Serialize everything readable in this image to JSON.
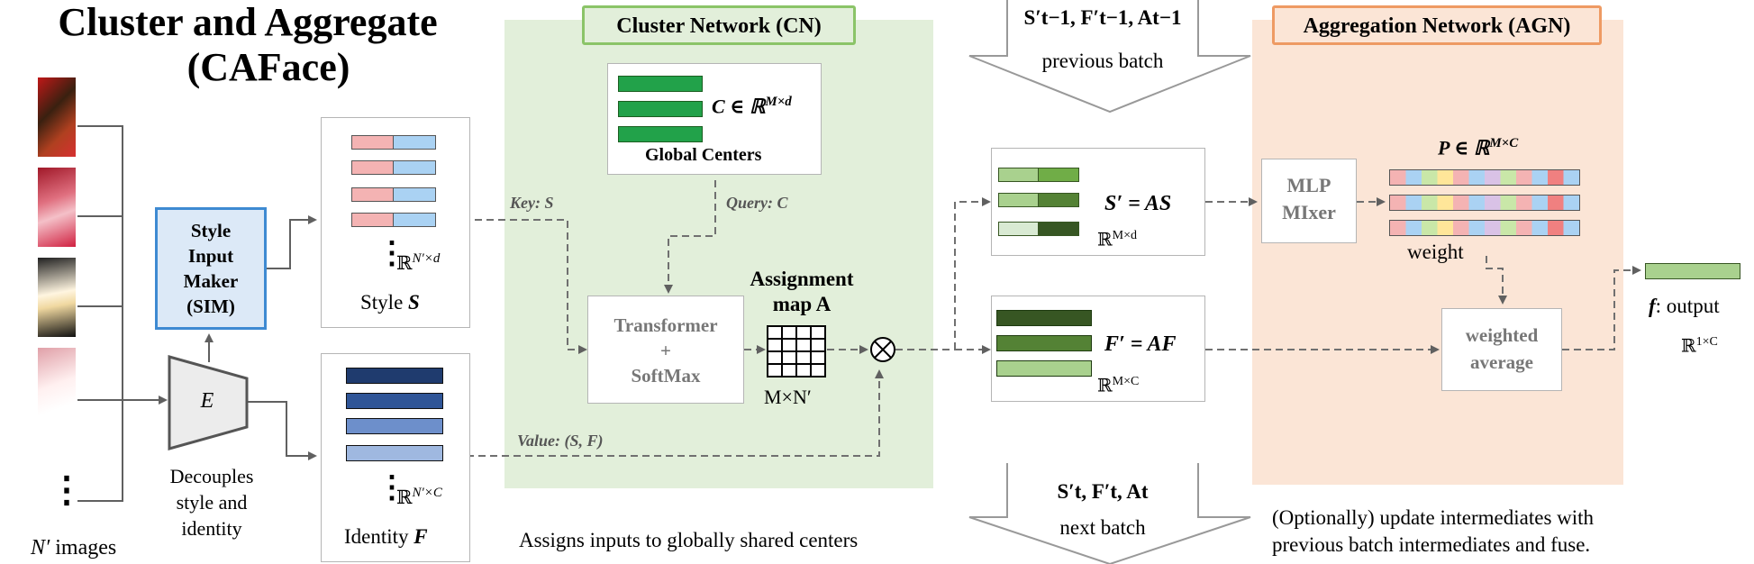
{
  "title": {
    "line1": "Cluster and Aggregate",
    "line2": "(CAFace)"
  },
  "inputs": {
    "label_symbol": "N′",
    "label_rest": " images",
    "dots": "⋮"
  },
  "sim": {
    "line1": "Style",
    "line2": "Input",
    "line3": "Maker",
    "line4": "(SIM)"
  },
  "encoder": {
    "symbol": "E",
    "caption_line1": "Decouples",
    "caption_line2": "style and",
    "caption_line3": "identity"
  },
  "style_box": {
    "label": "Style ",
    "symbol": "S",
    "dim": "ℝ",
    "dim_sup": "N′×d",
    "dots": "⋮"
  },
  "identity_box": {
    "label": "Identity ",
    "symbol": "F",
    "dim": "ℝ",
    "dim_sup": "N′×C",
    "dots": "⋮"
  },
  "cluster_network": {
    "title": "Cluster Network (CN)",
    "centers_eq": "C ∈ ℝ",
    "centers_sup": "M×d",
    "centers_label": "Global  Centers",
    "query_label": "Query",
    "query_symbol": ": C",
    "key_label": "Key",
    "key_symbol": ": S",
    "value_label": "Value",
    "value_symbol": ": (S, F)",
    "transformer_line1": "Transformer",
    "transformer_line2": "+",
    "transformer_line3": "SoftMax",
    "assignment_line1": "Assignment",
    "assignment_line2": "map  A",
    "assignment_dim": "M×N′",
    "caption": "Assigns inputs to globally shared centers",
    "multiply_symbol": "⊗"
  },
  "previous_batch": {
    "vars": "S′t−1, F′t−1, At−1",
    "label": "previous batch"
  },
  "next_batch": {
    "vars": "S′t, F′t, At",
    "label": "next batch"
  },
  "s_prime_box": {
    "eq": "S′ = AS",
    "dim": "ℝ",
    "dim_sup": "M×d"
  },
  "f_prime_box": {
    "eq": "F′ = AF",
    "dim": "ℝ",
    "dim_sup": "M×C"
  },
  "aggregation_network": {
    "title": "Aggregation Network (AGN)",
    "mlp_line1": "MLP",
    "mlp_line2": "MIxer",
    "p_eq": "P ∈ ℝ",
    "p_sup": "M×C",
    "weight_label": "weight",
    "wavg_line1": "weighted",
    "wavg_line2": "average",
    "caption_line1": "(Optionally) update intermediates with",
    "caption_line2": "previous batch intermediates and fuse."
  },
  "output": {
    "symbol": "f",
    "label": ": output",
    "dim": "ℝ",
    "dim_sup": "1×C"
  },
  "colors": {
    "cn_bg": "#e2efda",
    "cn_border": "#8bc468",
    "agn_bg": "#fbe5d6",
    "agn_border": "#ee9a63",
    "sim_bg": "#dce9f7",
    "sim_border": "#3e8ad2",
    "style_pink": "#f4b3b3",
    "style_blue": "#aad2f3",
    "identity_dark": "#1f3b6e",
    "identity_mid": "#3f67aa",
    "identity_light": "#8eaadb",
    "center_green": "#22a24a",
    "light_green": "#a9d18e",
    "dark_green": "#375623",
    "arrow_gray": "#707070"
  }
}
